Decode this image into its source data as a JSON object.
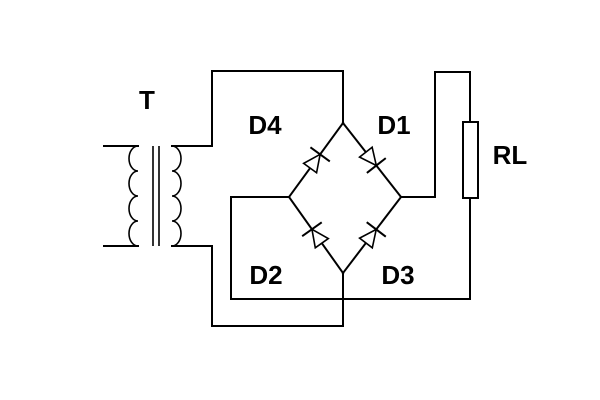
{
  "diagram": {
    "labels": {
      "transformer": "T",
      "d1": "D1",
      "d2": "D2",
      "d3": "D3",
      "d4": "D4",
      "load": "RL"
    }
  }
}
